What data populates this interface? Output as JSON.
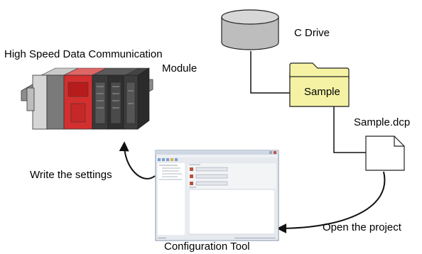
{
  "labels": {
    "module_line1": "High Speed Data Communication",
    "module_line2": "Module",
    "c_drive": "C Drive",
    "sample_folder": "Sample",
    "sample_file": "Sample.dcp",
    "write_settings": "Write the settings",
    "open_project": "Open the project",
    "config_tool": "Configuration Tool"
  },
  "colors": {
    "folder_fill": "#f5f2a4",
    "drive_fill": "#bdbdbd",
    "module_red": "#d32f2f",
    "module_dark": "#3a3a3a",
    "window_frame": "#cfd8e3"
  }
}
